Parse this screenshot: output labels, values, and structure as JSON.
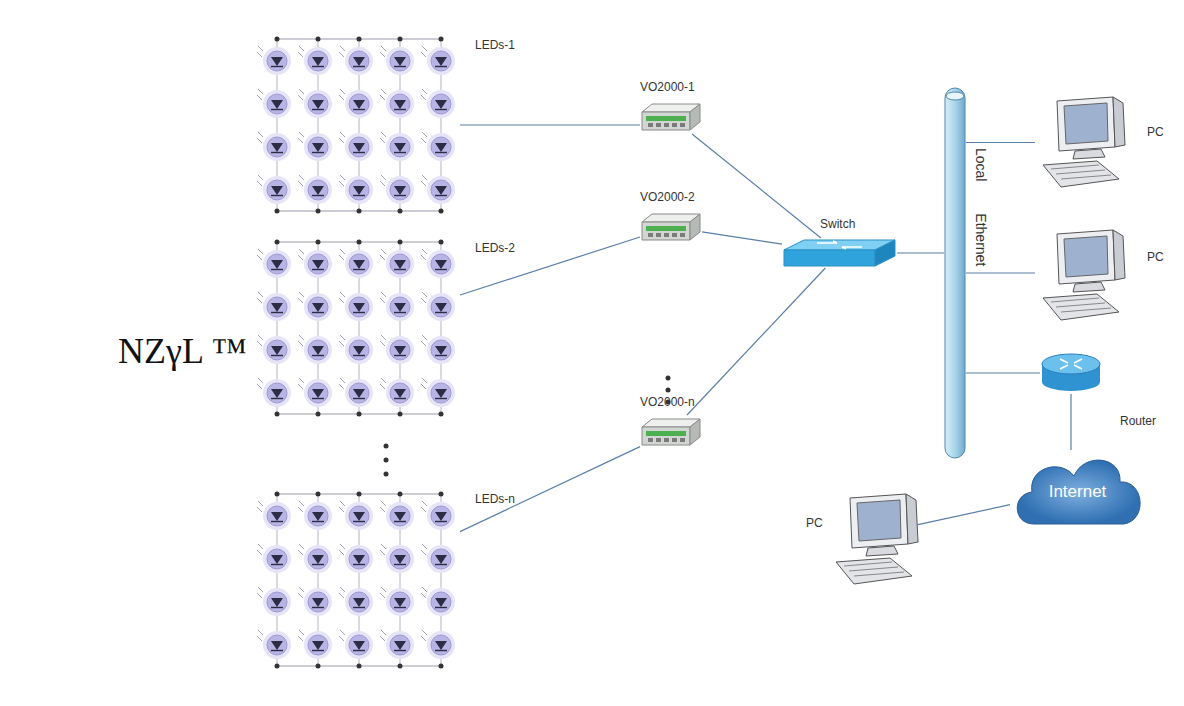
{
  "diagram": {
    "title": "NZγL ™",
    "nodes": [
      {
        "text": [
          "LEDs-1"
        ]
      },
      {
        "text": [
          "VO2000-1"
        ]
      },
      {
        "text": [
          "LEDs-2"
        ]
      },
      {
        "text": [
          "VO2000-2"
        ]
      },
      {
        "text": [
          "LEDs-n"
        ]
      },
      {
        "text": [
          "VO2000-n"
        ]
      },
      {
        "text": [
          "Switch"
        ]
      },
      {
        "text": [
          "Local Ethernet"
        ]
      },
      {
        "text": [
          "PC"
        ]
      },
      {
        "text": [
          "PC"
        ]
      },
      {
        "text": [
          "Router"
        ]
      },
      {
        "text": [
          "PC"
        ]
      },
      {
        "text": [
          "Internet"
        ]
      }
    ],
    "edges": [
      {
        "from": 0,
        "to": 1,
        "arrow": "none"
      },
      {
        "from": 2,
        "to": 3,
        "arrow": "none"
      },
      {
        "from": 4,
        "to": 5,
        "arrow": "none"
      },
      {
        "from": 1,
        "to": 6,
        "arrow": "none"
      },
      {
        "from": 3,
        "to": 6,
        "arrow": "none"
      },
      {
        "from": 5,
        "to": 6,
        "arrow": "none"
      },
      {
        "from": 6,
        "to": 7,
        "arrow": "none"
      },
      {
        "from": 7,
        "to": 8,
        "arrow": "none"
      },
      {
        "from": 7,
        "to": 9,
        "arrow": "none"
      },
      {
        "from": 7,
        "to": 10,
        "arrow": "none"
      },
      {
        "from": 10,
        "to": 12,
        "arrow": "none"
      },
      {
        "from": 11,
        "to": 12,
        "arrow": "none"
      }
    ]
  }
}
